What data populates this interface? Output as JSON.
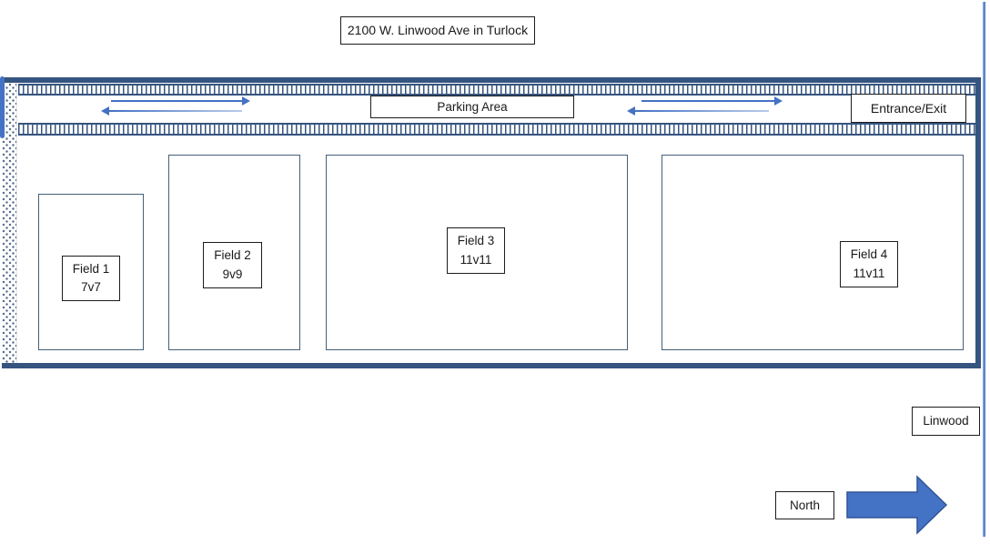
{
  "diagram": {
    "title": "2100 W. Linwood Ave in Turlock",
    "parking": {
      "label": "Parking Area",
      "entrance": "Entrance/Exit"
    },
    "fields": [
      {
        "name": "Field 1",
        "size": "7v7"
      },
      {
        "name": "Field 2",
        "size": "9v9"
      },
      {
        "name": "Field 3",
        "size": "11v11"
      },
      {
        "name": "Field 4",
        "size": "11v11"
      }
    ],
    "street": {
      "name": "Linwood"
    },
    "compass": {
      "label": "North"
    },
    "icons": {
      "north_arrow": "right-block-arrow",
      "traffic_arrows": "two-way-traffic-arrows",
      "west_boundary": "dotted-fence-strip",
      "parking_rows": "hatched-parking-stalls"
    },
    "colors": {
      "accent_blue": "#4472c4",
      "accent_blue_dark": "#2f5496",
      "boundary_dark_blue": "#35547f",
      "field_outline": "#456079",
      "box_border": "#1c1c1c"
    }
  }
}
